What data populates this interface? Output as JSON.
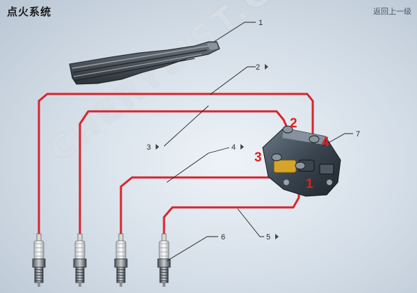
{
  "header": {
    "title": "点火系统",
    "back_label": "返回上一级"
  },
  "watermark": "CHERYLIST.COM",
  "callouts": [
    "1",
    "2",
    "3",
    "4",
    "5",
    "6",
    "7"
  ],
  "terminals": [
    "1",
    "2",
    "3",
    "4"
  ],
  "colors": {
    "wire": "#d8242c",
    "terminal_number": "#e0201c",
    "leader": "#222222"
  }
}
